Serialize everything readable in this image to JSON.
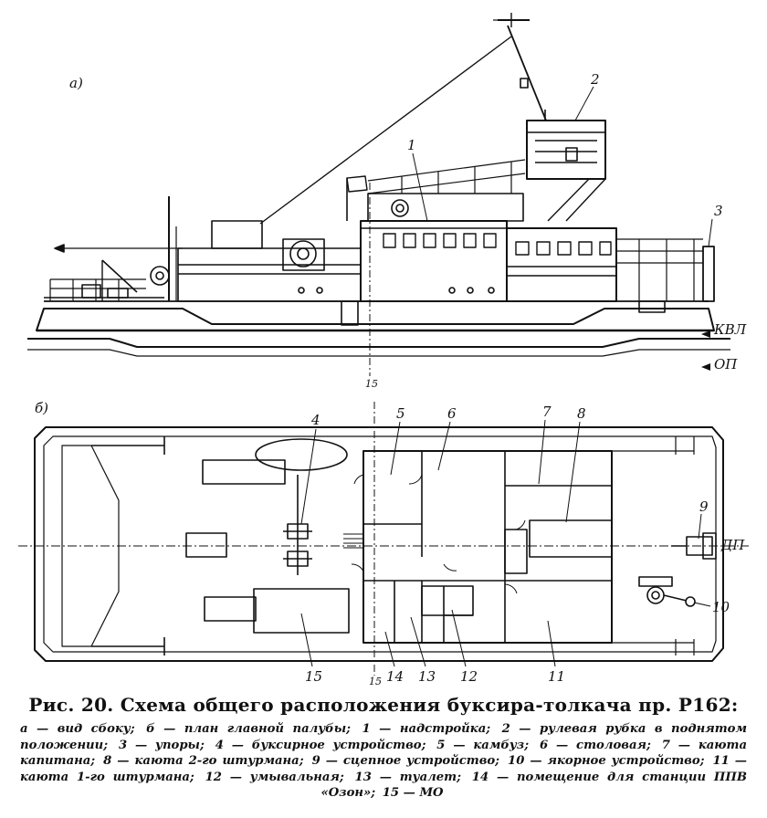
{
  "views": {
    "side_label": "а)",
    "plan_label": "б)"
  },
  "callouts": {
    "n1": "1",
    "n2": "2",
    "n3": "3",
    "n4": "4",
    "n5": "5",
    "n6": "6",
    "n7": "7",
    "n8": "8",
    "n9": "9",
    "n10": "10",
    "n11": "11",
    "n12": "12",
    "n13": "13",
    "n14": "14",
    "n15": "15"
  },
  "markers": {
    "kvl": "КВЛ",
    "op": "ОП",
    "dp": "ДП",
    "frame": "15"
  },
  "caption": {
    "title": "Рис. 20. Схема общего расположения буксира-толкача пр. Р162:",
    "items": [
      "а — вид сбоку;",
      "б — план главной палубы;",
      "1 — надстройка;",
      "2 — рулевая рубка в поднятом положении;",
      "3 — упоры;",
      "4 — буксирное устройство;",
      "5 — камбуз;",
      "6 — столовая;",
      "7 — каюта капитана;",
      "8 — каюта 2-го штурмана;",
      "9 — сцепное устройство;",
      "10 — якорное устройство;",
      "11 — каюта 1-го штурмана;",
      "12 — умывальная;",
      "13 — туалет;",
      "14 — помещение для станции ППВ «Озон»;",
      "15 — МО"
    ]
  }
}
